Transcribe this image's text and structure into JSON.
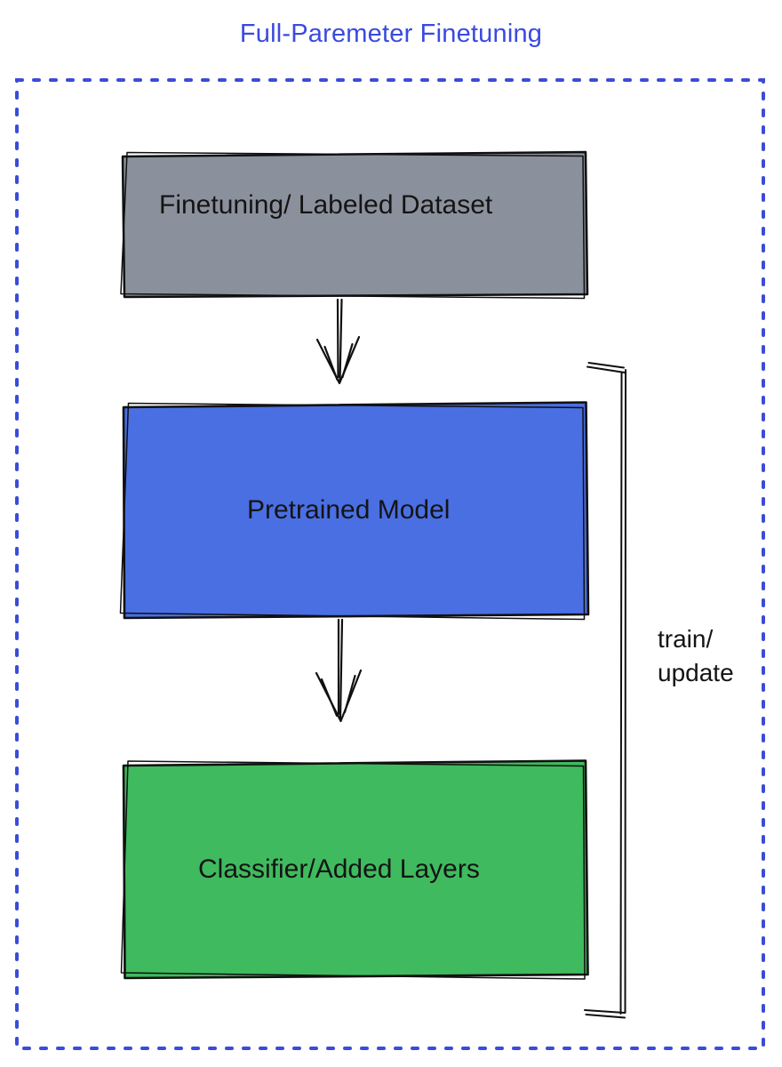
{
  "title": "Full-Paremeter Finetuning",
  "colors": {
    "title_text": "#3A4ADF",
    "border_dots": "#3B4CD6",
    "outline": "#101010",
    "dataset_box_fill": "#8B919C",
    "pretrained_box_fill": "#4A6FE3",
    "classifier_box_fill": "#3FBA5E"
  },
  "boxes": {
    "dataset": {
      "label": "Finetuning/ Labeled Dataset"
    },
    "pretrained": {
      "label": "Pretrained Model"
    },
    "classifier": {
      "label": "Classifier/Added Layers"
    }
  },
  "bracket": {
    "label": "train/\nupdate"
  }
}
